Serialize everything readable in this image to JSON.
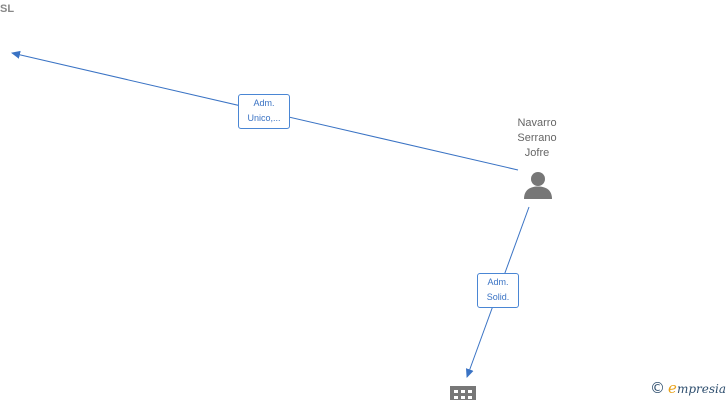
{
  "company": {
    "label": "SL"
  },
  "person": {
    "name_lines": [
      "Navarro",
      "Serrano",
      "Jofre"
    ],
    "icon": "person-icon"
  },
  "relations": [
    {
      "label_lines": [
        "Adm.",
        "Unico,..."
      ]
    },
    {
      "label_lines": [
        "Adm.",
        "Solid."
      ]
    }
  ],
  "target_company": {
    "icon": "building-icon"
  },
  "brand": {
    "copyright": "©",
    "initial": "e",
    "rest": "mpresia"
  },
  "colors": {
    "edge": "#3a73c4",
    "node_icon": "#777777",
    "text": "#666666"
  }
}
